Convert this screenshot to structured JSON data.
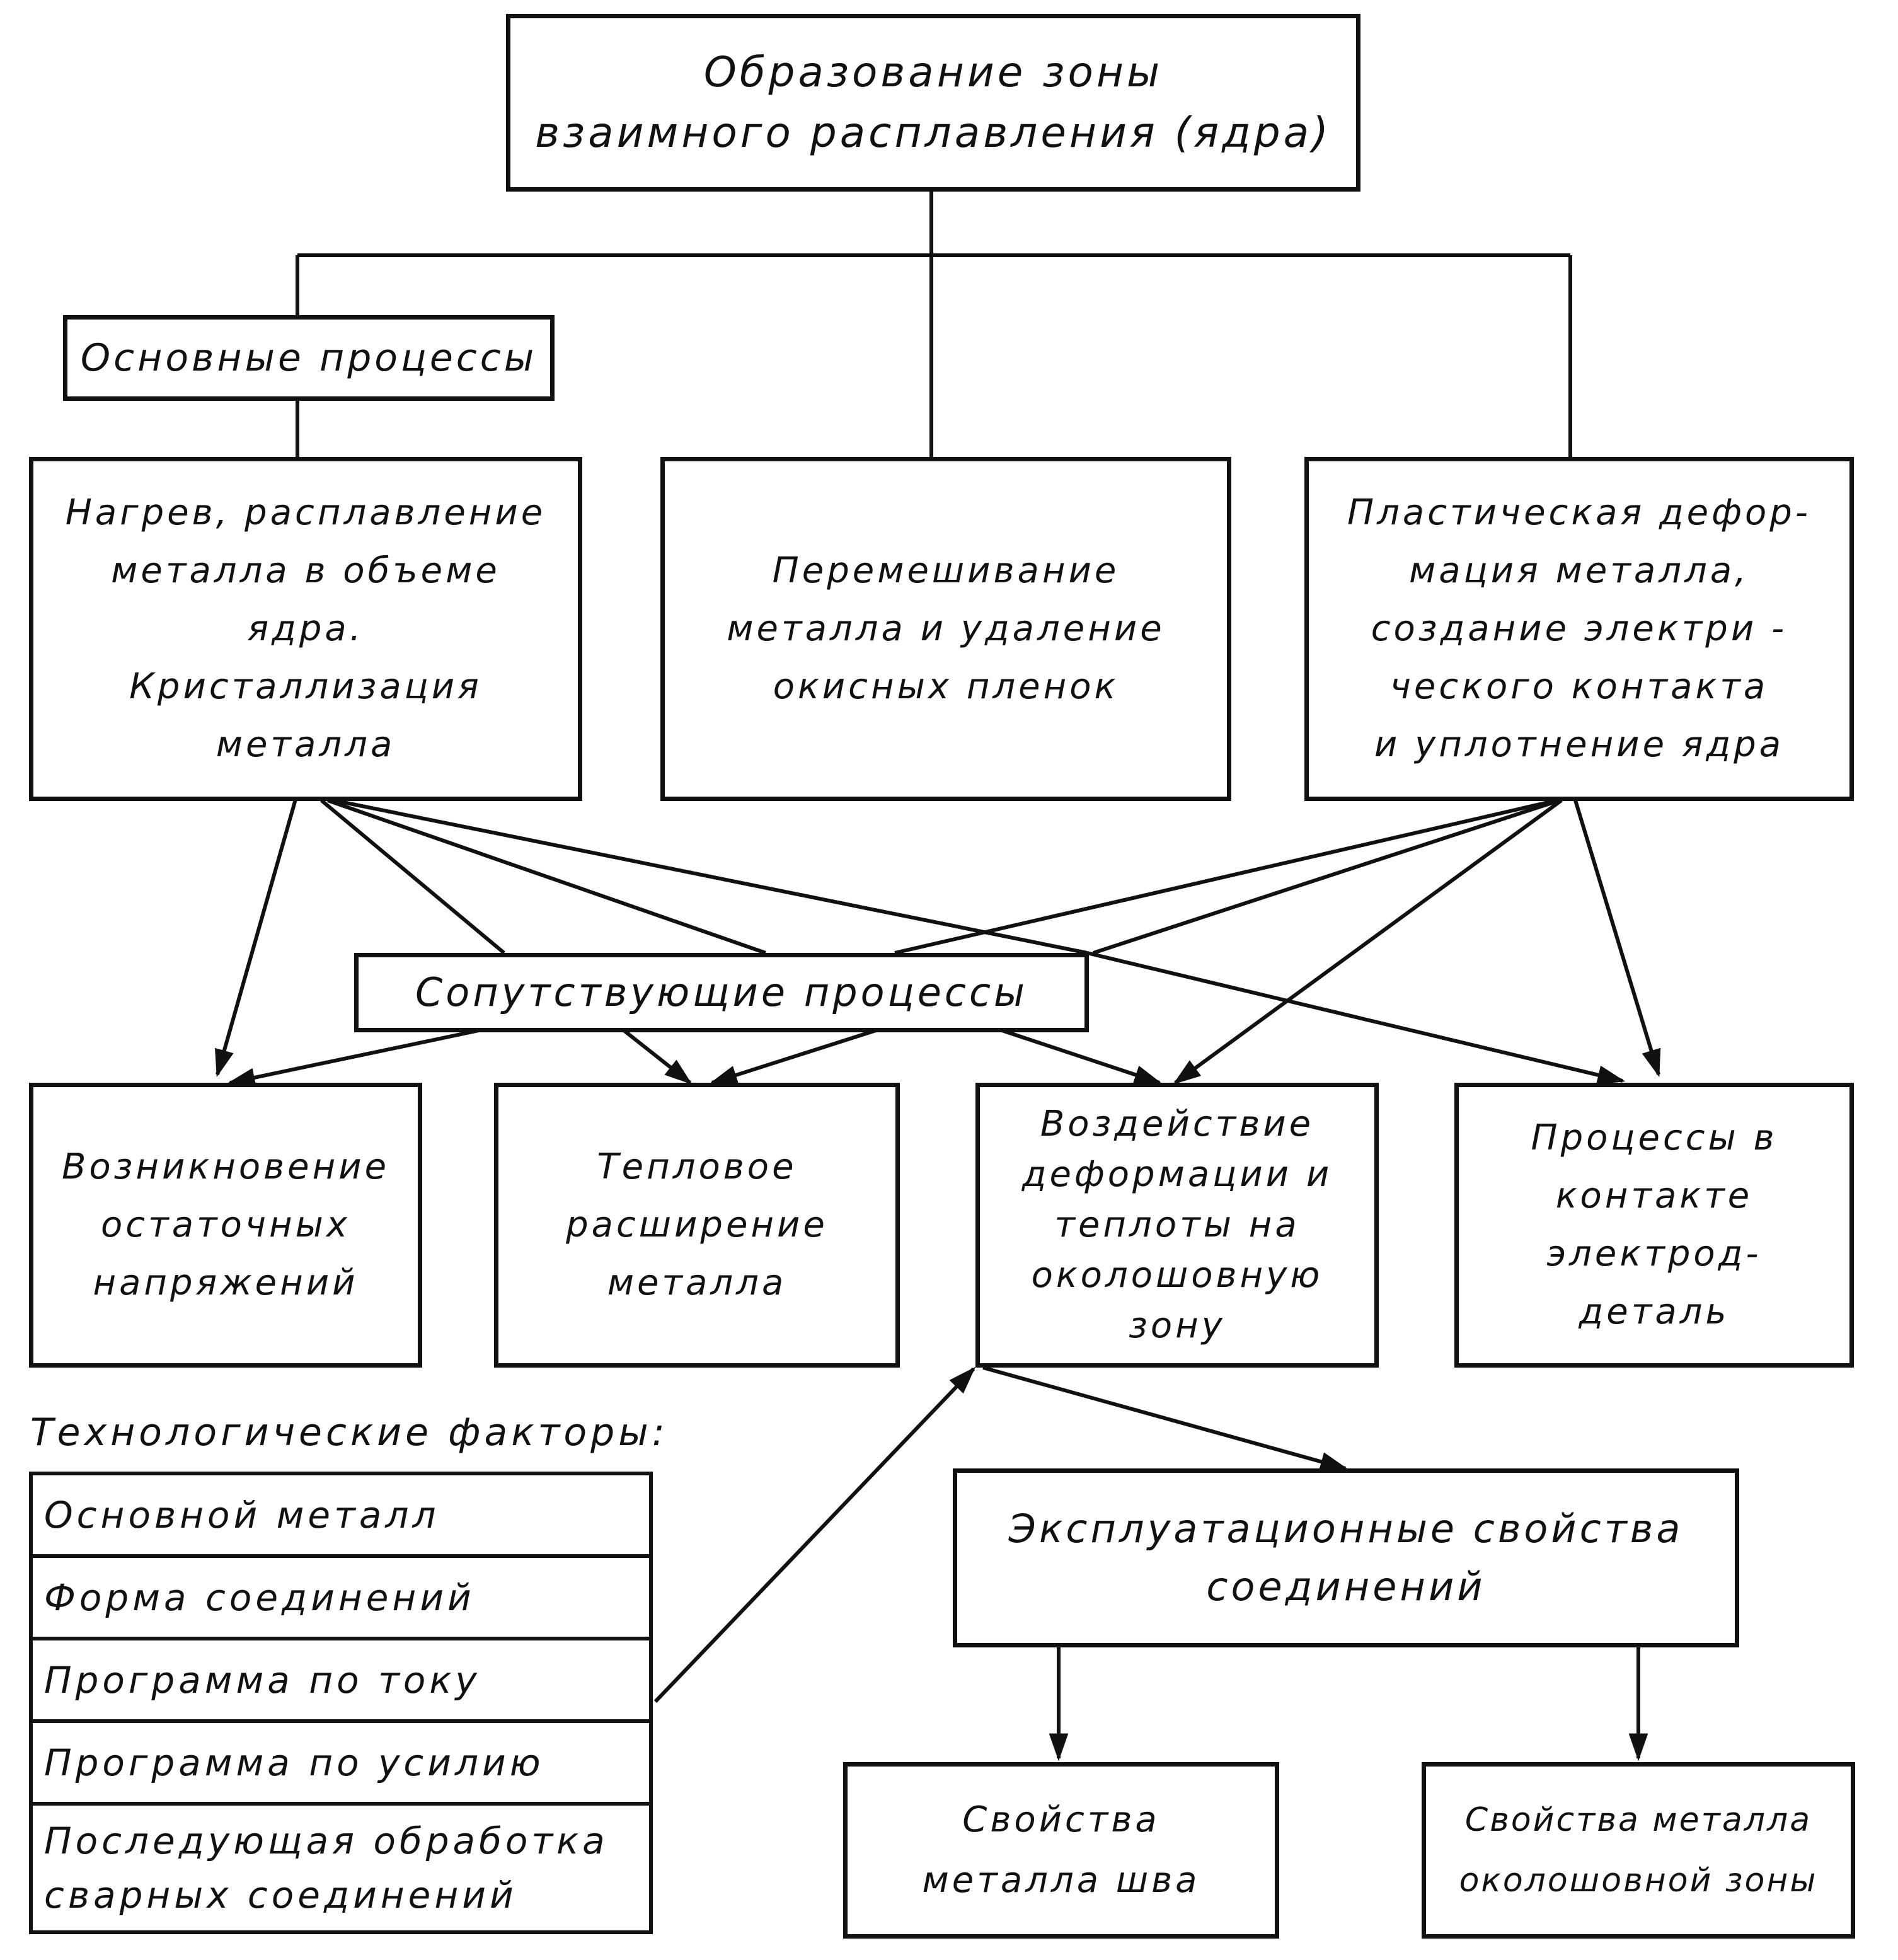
{
  "diagram": {
    "top": "Образование зоны\nвзаимного расплавления (ядра)",
    "main_label": "Основные процессы",
    "main_processes": [
      "Нагрев, расплавление\nметалла в объеме\nядра.\nКристаллизация\nметалла",
      "Перемешивание\nметалла и удаление\nокисных пленок",
      "Пластическая дефор-\nмация металла,\nсоздание электри -\nческого контакта\nи уплотнение ядра"
    ],
    "side_label": "Сопутствующие процессы",
    "side_processes": [
      "Возникновение\nостаточных\nнапряжений",
      "Тепловое\nрасширение\nметалла",
      "Воздействие\nдеформации и\nтеплоты на\nоколошовную\nзону",
      "Процессы в\nконтакте\nэлектрод-\nдеталь"
    ],
    "factors_title": "Технологические факторы:",
    "factors": [
      "Основной металл",
      "Форма соединений",
      "Программа по току",
      "Программа по усилию",
      "Последующая обработка\nсварных соединений"
    ],
    "properties": "Эксплуатационные свойства\nсоединений",
    "property_items": [
      "Свойства\nметалла шва",
      "Свойства металла\nоколошовной зоны"
    ]
  }
}
